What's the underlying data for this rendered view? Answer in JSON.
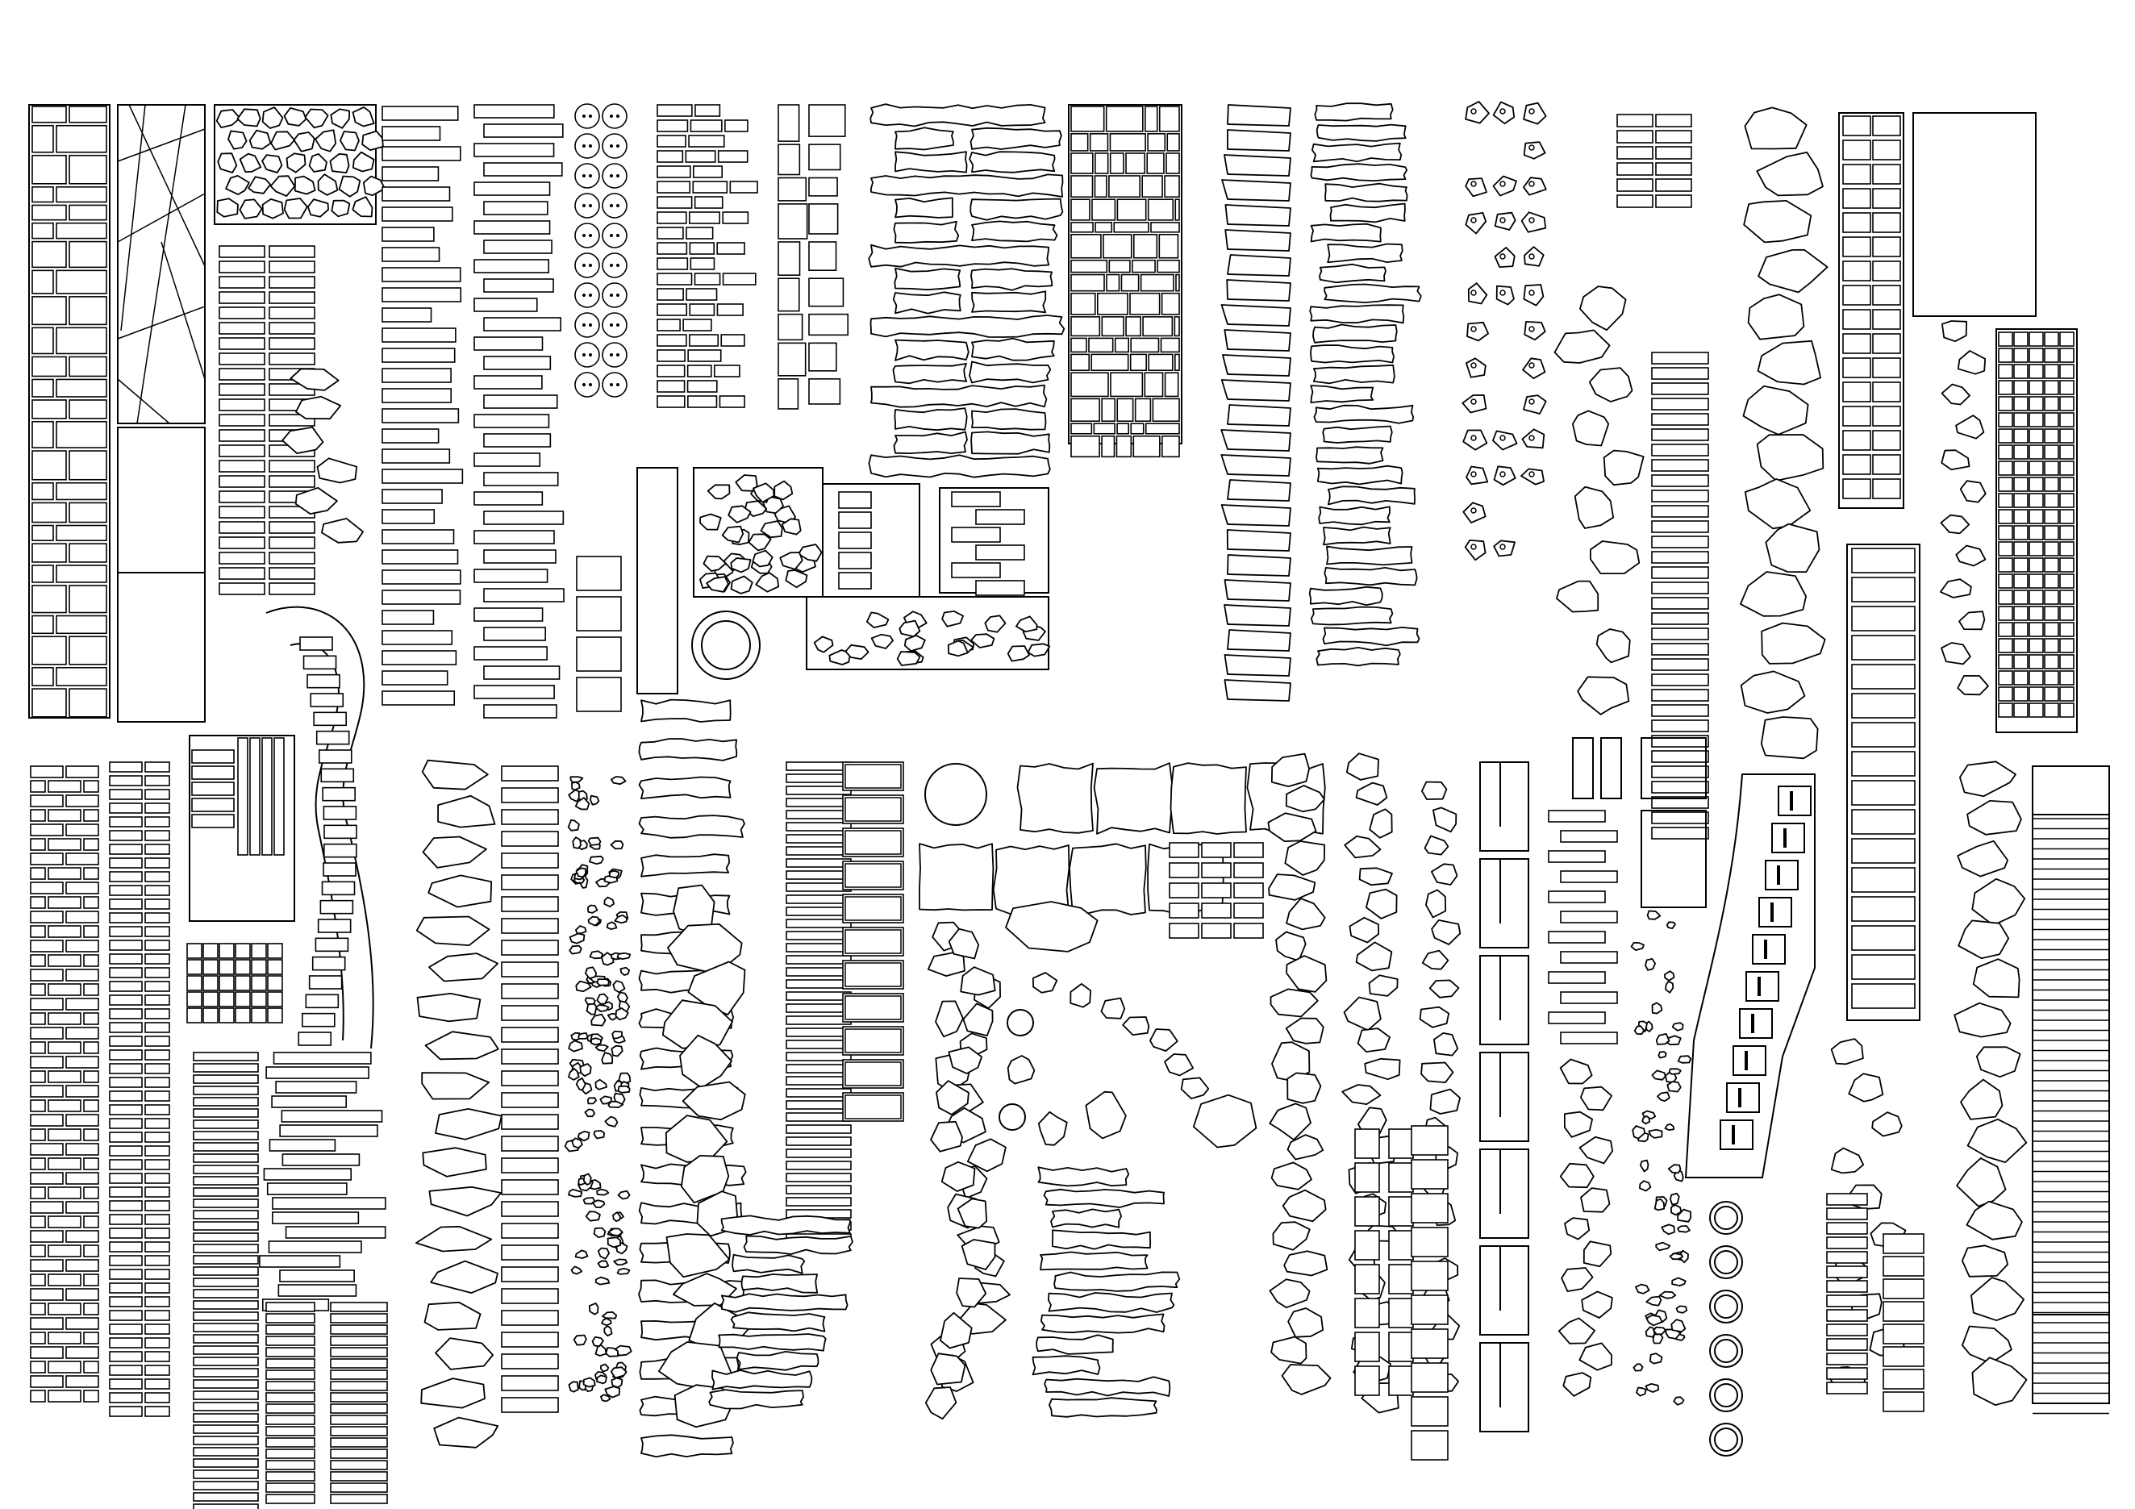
{
  "sheet": {
    "background": "#ffffff",
    "stroke": "#000000",
    "panels": [
      {
        "id": "ashlar-wall-column"
      },
      {
        "id": "crazy-paving-lines-and-slabs"
      },
      {
        "id": "cobble-mosaic-and-brick-bond"
      },
      {
        "id": "plank-paving-column"
      },
      {
        "id": "staggered-plank-column"
      },
      {
        "id": "round-stepping-stone-column"
      },
      {
        "id": "rough-brick-column"
      },
      {
        "id": "irregular-block-column"
      },
      {
        "id": "long-rough-slab-column"
      },
      {
        "id": "dense-ashlar-column"
      },
      {
        "id": "tapered-slab-column"
      },
      {
        "id": "rough-slab-column"
      },
      {
        "id": "chiselled-rubble-column"
      },
      {
        "id": "boulder-stepping-column"
      },
      {
        "id": "brick-and-flag-column"
      },
      {
        "id": "large-boulder-chain"
      },
      {
        "id": "grid-paver-column"
      },
      {
        "id": "square-slab-panel"
      },
      {
        "id": "curved-stepping-path"
      },
      {
        "id": "garden-ring-feature"
      },
      {
        "id": "cobble-courtyard"
      },
      {
        "id": "stretcher-bond-wall"
      },
      {
        "id": "sleeper-paving"
      },
      {
        "id": "random-flagstone-path"
      },
      {
        "id": "pebble-strip"
      },
      {
        "id": "boulder-edge-row"
      },
      {
        "id": "round-lawn-and-steppers"
      },
      {
        "id": "rubble-step-field"
      },
      {
        "id": "stepping-stone-trail"
      },
      {
        "id": "tall-slab-rows"
      },
      {
        "id": "round-disk-steppers"
      },
      {
        "id": "curved-label-band"
      },
      {
        "id": "random-rock-scatter"
      },
      {
        "id": "plain-plank-stack"
      }
    ]
  }
}
